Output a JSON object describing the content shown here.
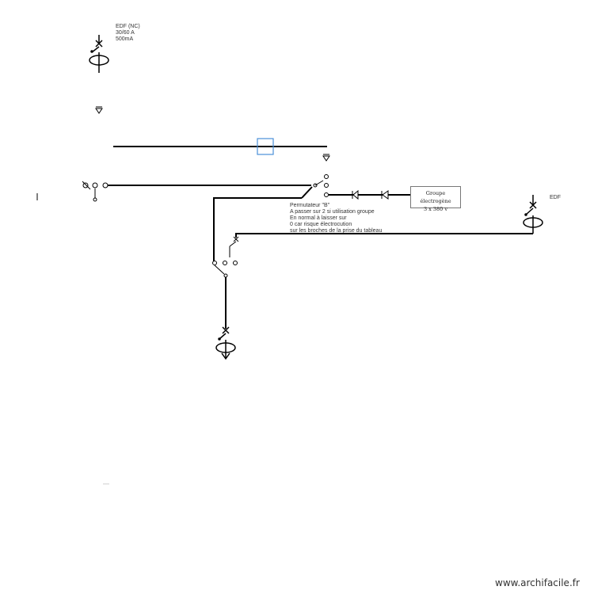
{
  "top_breaker": {
    "lines": [
      "EDF (NC)",
      "30/60 A",
      "500mA"
    ]
  },
  "right_breaker": {
    "label": "EDF"
  },
  "permutateur": {
    "lines": [
      "Permutateur \"B\"",
      "A passer sur 2 si utilisation groupe",
      "En normal à laisser sur",
      "  0 car risque électrocution",
      "sur les broches de la prise du tableau"
    ]
  },
  "generator": {
    "line1": "Groupe électrogène",
    "line2": "3 x 380 v"
  },
  "watermark": {
    "text": "www.archifacile.fr"
  },
  "colors": {
    "wire": "#000000",
    "junction_box": "#4a90d9",
    "text": "#333333"
  }
}
